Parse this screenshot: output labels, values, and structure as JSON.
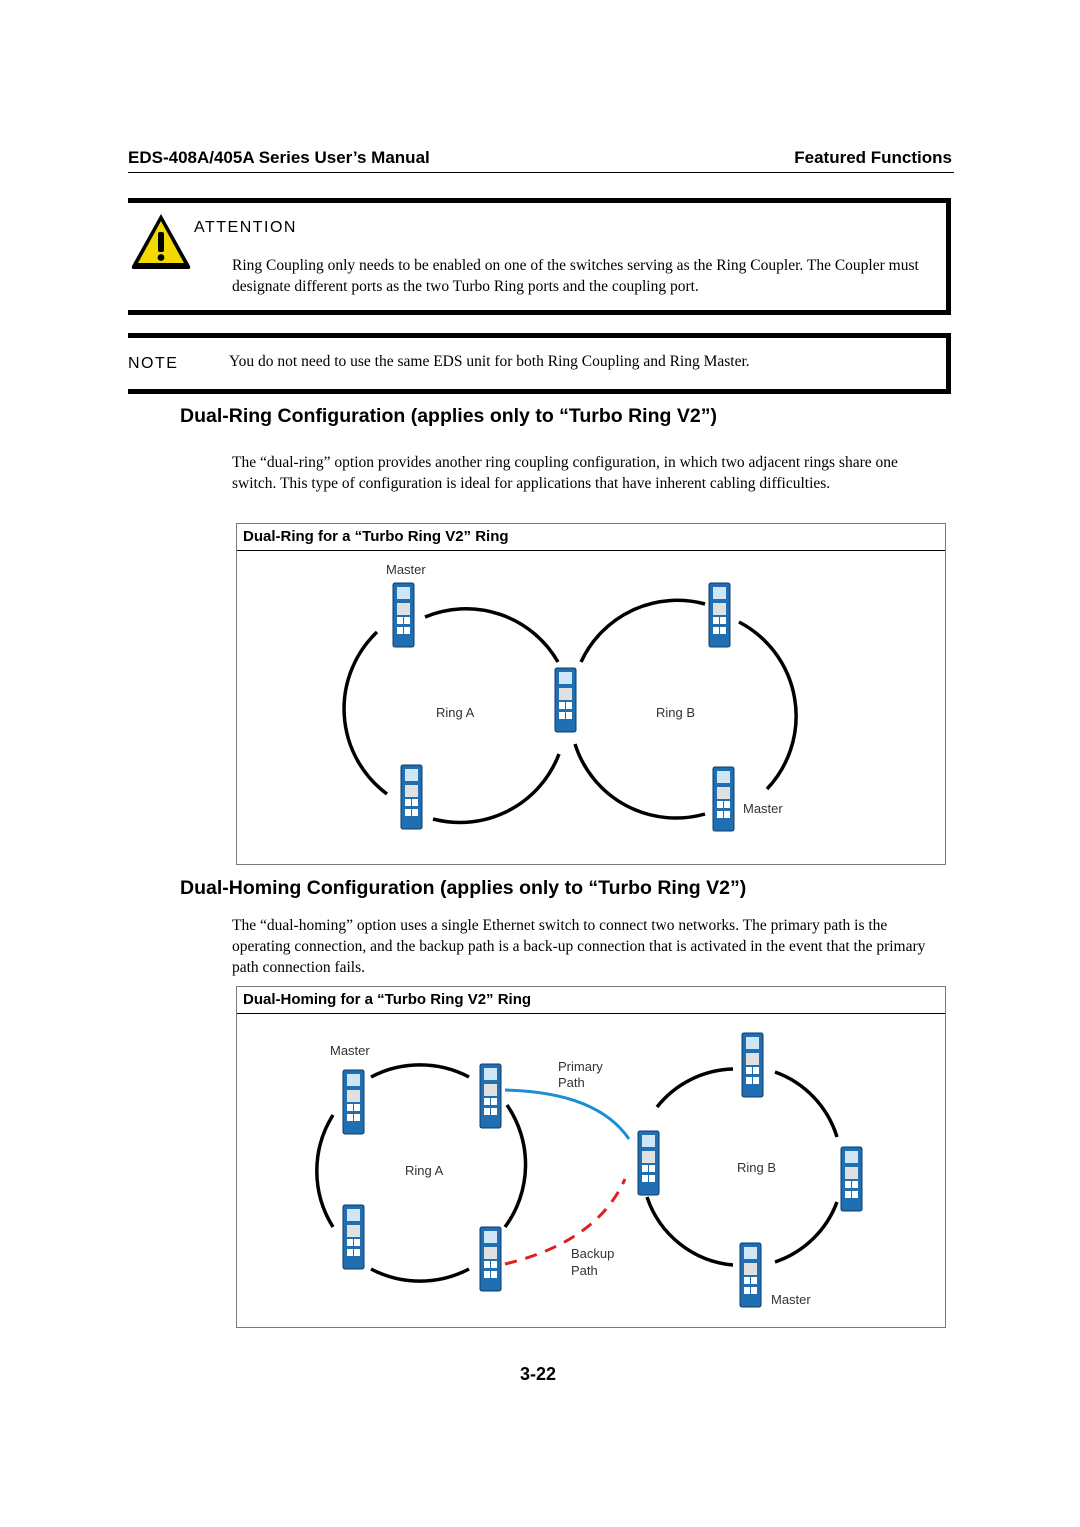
{
  "header": {
    "left": "EDS-408A/405A Series User’s Manual",
    "right": "Featured Functions"
  },
  "attention": {
    "title": "ATTENTION",
    "text": "Ring Coupling only needs to be enabled on one of the switches serving as the Ring Coupler. The Coupler must designate different ports as the two Turbo Ring ports and the coupling port."
  },
  "note": {
    "title": "NOTE",
    "text": "You do not need to use the same EDS unit for both Ring Coupling and Ring Master."
  },
  "section1": {
    "heading": "Dual-Ring Configuration (applies only to “Turbo Ring V2”)",
    "paragraph": "The “dual-ring” option provides another ring coupling configuration, in which two adjacent rings share one switch. This type of configuration is ideal for applications that have inherent cabling difficulties.",
    "figure": {
      "title": "Dual-Ring for a “Turbo Ring V2” Ring",
      "master_top": "Master",
      "ring_a": "Ring A",
      "ring_b": "Ring B",
      "master_bottom": "Master"
    }
  },
  "section2": {
    "heading": "Dual-Homing Configuration (applies only to “Turbo Ring V2”)",
    "paragraph": "The “dual-homing” option uses a single Ethernet switch to connect two networks. The primary path is the operating connection, and the backup path is a back-up connection that is activated in the event that the primary path connection fails.",
    "figure": {
      "title": "Dual-Homing for a “Turbo Ring V2” Ring",
      "master_left": "Master",
      "ring_a": "Ring A",
      "ring_b": "Ring B",
      "primary_1": "Primary",
      "primary_2": "Path",
      "backup_1": "Backup",
      "backup_2": "Path",
      "master_right": "Master",
      "primary_color": "#1a8fd6",
      "backup_color": "#e02020"
    }
  },
  "footer": {
    "page": "3-22"
  }
}
